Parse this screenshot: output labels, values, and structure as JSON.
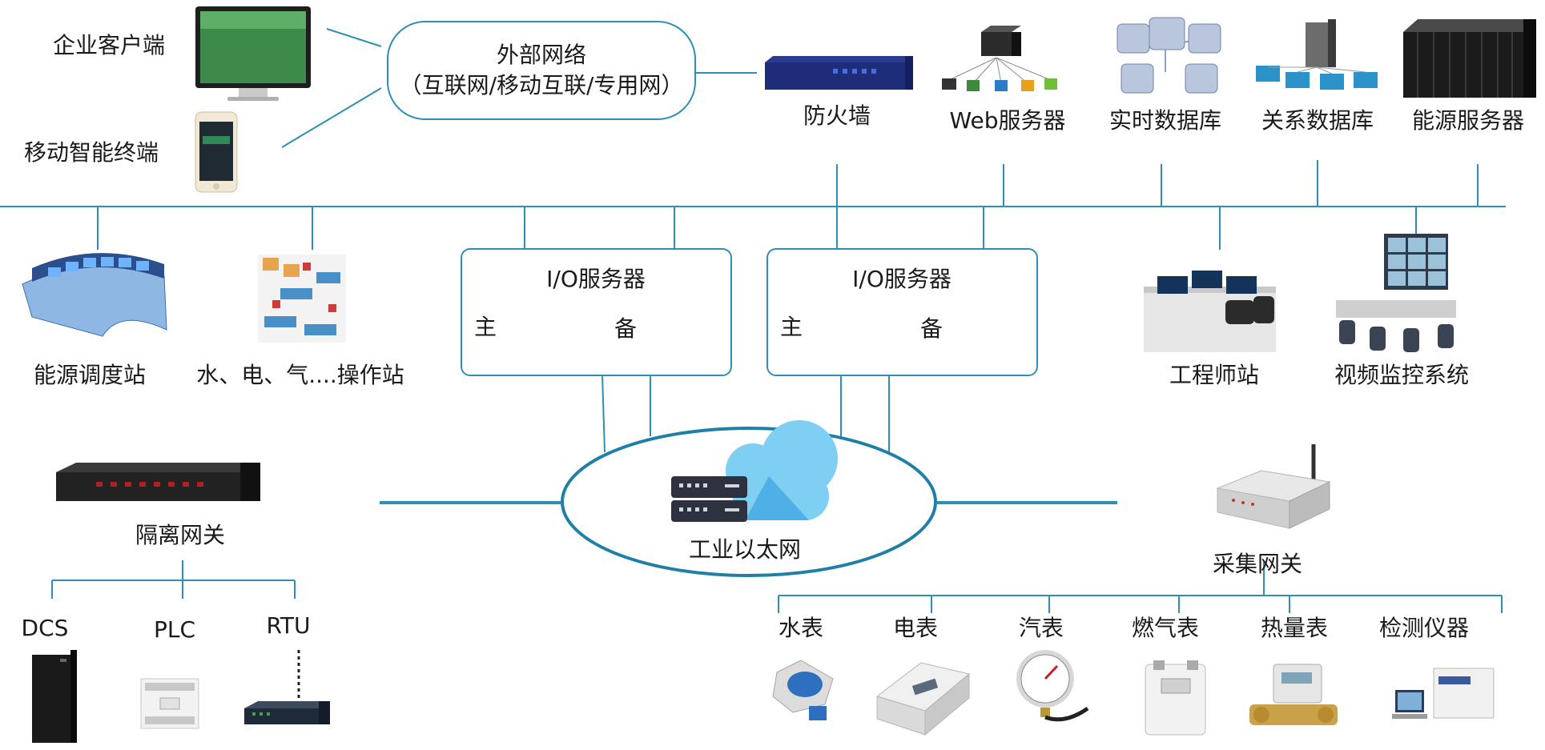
{
  "colors": {
    "line": "#2f8fb3",
    "ellipse": "#1f7fa6",
    "cloud": "#7fcff3",
    "dark": "#2d3140"
  },
  "external": {
    "enterprise_client": "企业客户端",
    "mobile_terminal": "移动智能终端",
    "network_line1": "外部网络",
    "network_line2": "（互联网/移动互联/专用网）"
  },
  "top_devices": [
    "防火墙",
    "Web服务器",
    "实时数据库",
    "关系数据库",
    "能源服务器"
  ],
  "stations": [
    "能源调度站",
    "水、电、气....操作站",
    "工程师站",
    "视频监控系统"
  ],
  "io_servers": [
    {
      "title": "I/O服务器",
      "primary": "主",
      "backup": "备"
    },
    {
      "title": "I/O服务器",
      "primary": "主",
      "backup": "备"
    }
  ],
  "center": {
    "label": "工业以太网"
  },
  "left_branch": {
    "gateway": "隔离网关",
    "devices": [
      "DCS",
      "PLC",
      "RTU"
    ]
  },
  "right_branch": {
    "gateway": "采集网关",
    "meters": [
      "水表",
      "电表",
      "汽表",
      "燃气表",
      "热量表",
      "检测仪器"
    ]
  }
}
